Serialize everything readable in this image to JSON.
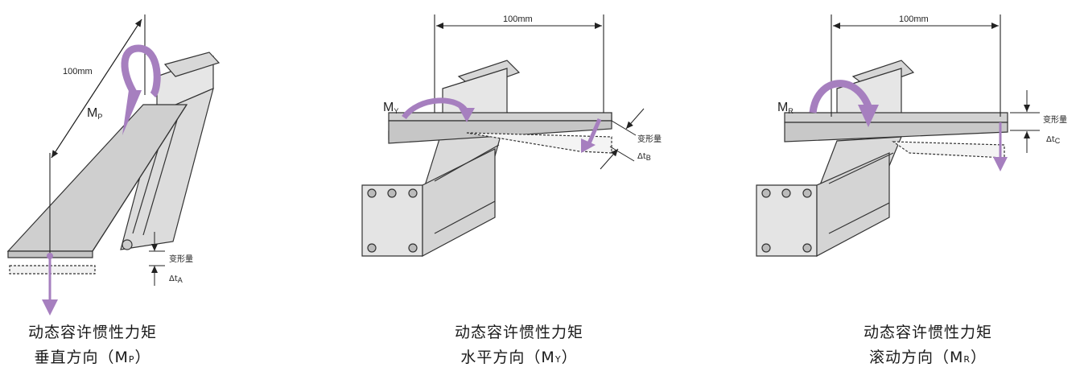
{
  "panels": [
    {
      "id": "pitch",
      "dimension": "100mm",
      "moment_symbol": "M",
      "moment_subscript": "P",
      "deform_label": "变形量",
      "delta_symbol": "Δt",
      "delta_subscript": "A",
      "caption_line1": "动态容许惯性力矩",
      "caption_line2_prefix": "垂直方向（M",
      "caption_line2_sub": "P",
      "caption_line2_suffix": "）"
    },
    {
      "id": "yaw",
      "dimension": "100mm",
      "moment_symbol": "M",
      "moment_subscript": "Y",
      "deform_label": "变形量",
      "delta_symbol": "Δt",
      "delta_subscript": "B",
      "caption_line1": "动态容许惯性力矩",
      "caption_line2_prefix": "水平方向（M",
      "caption_line2_sub": "Y",
      "caption_line2_suffix": "）"
    },
    {
      "id": "roll",
      "dimension": "100mm",
      "moment_symbol": "M",
      "moment_subscript": "R",
      "deform_label": "变形量",
      "delta_symbol": "Δt",
      "delta_subscript": "C",
      "caption_line1": "动态容许惯性力矩",
      "caption_line2_prefix": "滚动方向（M",
      "caption_line2_sub": "R",
      "caption_line2_suffix": "）"
    }
  ],
  "colors": {
    "moment_arrow": "#a67fbf",
    "plate": "#cfcfcf",
    "actuator": "#e4e4e4",
    "line": "#222222"
  }
}
